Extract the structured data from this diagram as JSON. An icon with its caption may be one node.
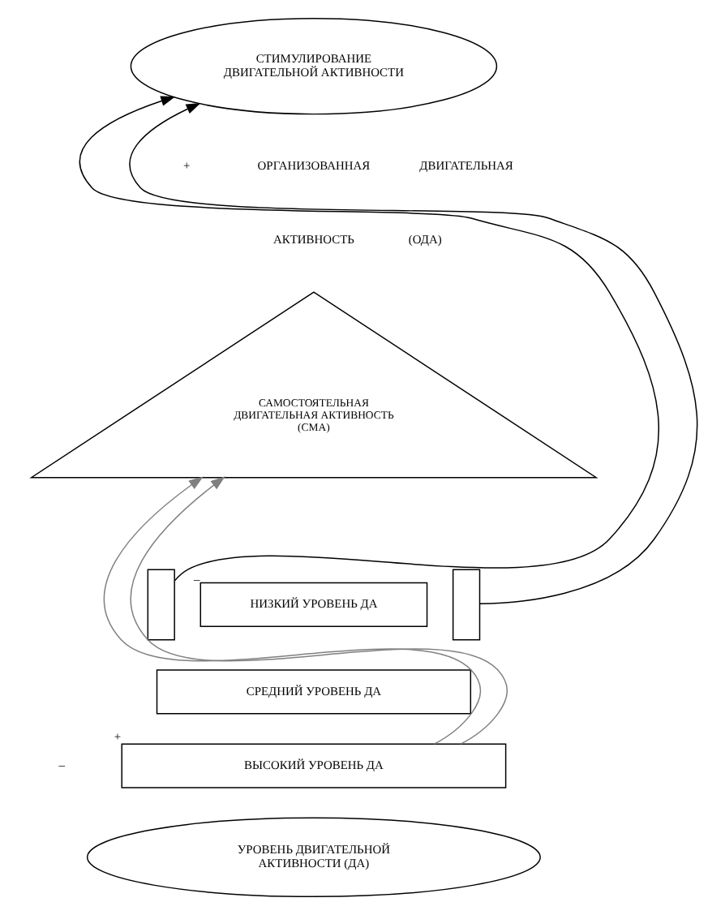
{
  "diagram": {
    "nodes": [
      {
        "text": [
          "СТИМУЛИРОВАНИЕ ДВИГАТЕЛЬНОЙ АКТИВНОСТИ"
        ]
      },
      {
        "text": [
          "САМОСТОЯТЕЛЬНАЯ ДВИГАТЕЛЬНАЯ АКТИВНОСТЬ (СМА)"
        ]
      },
      {
        "text": [],
        "shape": "box"
      },
      {
        "text": [
          "НИЗКИЙ УРОВЕНЬ ДА"
        ],
        "beside": [
          "_"
        ]
      },
      {
        "text": [],
        "shape": "box"
      },
      {
        "text": [
          "СРЕДНИЙ УРОВЕНЬ ДА"
        ]
      },
      {
        "text": [
          "ВЫСОКИЙ УРОВЕНЬ ДА"
        ],
        "beside": [
          "+"
        ]
      },
      {
        "text": [
          "УРОВЕНЬ ДВИГАТЕЛЬНОЙ АКТИВНОСТИ (ДА)"
        ]
      }
    ],
    "edges": [
      {
        "from": 2,
        "to": 0,
        "arrow": "to"
      },
      {
        "from": 4,
        "to": 0,
        "arrow": "to"
      },
      {
        "from": 6,
        "to": 1,
        "arrow": "to",
        "color": "#808080"
      },
      {
        "from": 6,
        "to": 1,
        "arrow": "to",
        "color": "#808080"
      }
    ],
    "labels": [
      "+",
      "ОРГАНИЗОВАННАЯ",
      "ДВИГАТЕЛЬНАЯ",
      "АКТИВНОСТЬ",
      "(ОДА)",
      "–"
    ]
  }
}
